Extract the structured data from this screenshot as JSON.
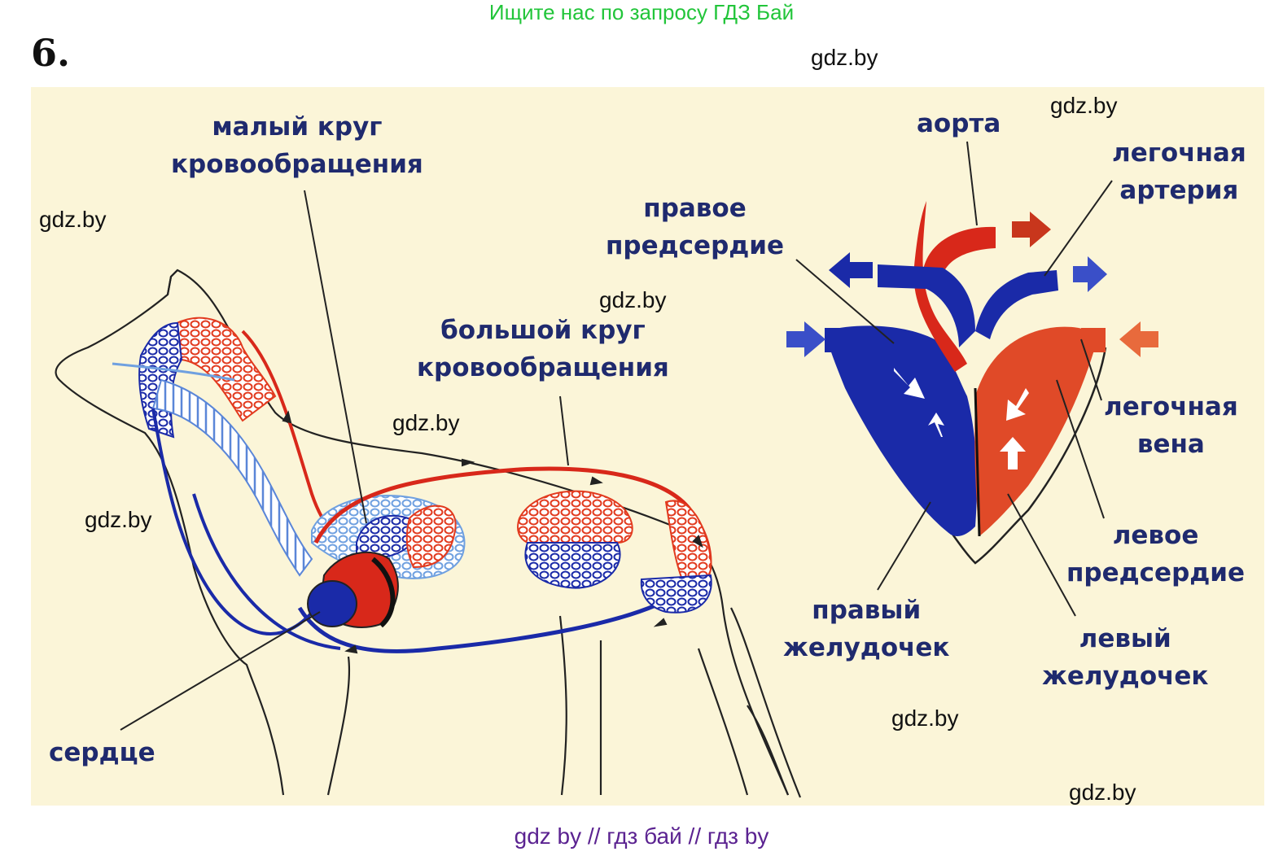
{
  "banner": "Ищите нас по запросу ГДЗ Бай",
  "task_number": "6.",
  "watermarks": [
    "gdz.by",
    "gdz.by",
    "gdz.by",
    "gdz.by",
    "gdz.by",
    "gdz.by",
    "gdz.by",
    "gdz.by"
  ],
  "labels": {
    "pulmonary_circulation": [
      "малый круг",
      "кровообращения"
    ],
    "systemic_circulation": [
      "большой круг",
      "кровообращения"
    ],
    "heart": "сердце",
    "aorta": "аорта",
    "pulmonary_artery": [
      "легочная",
      "артерия"
    ],
    "right_atrium": [
      "правое",
      "предсердие"
    ],
    "pulmonary_vein": [
      "легочная",
      "вена"
    ],
    "left_atrium": [
      "левое",
      "предсердие"
    ],
    "right_ventricle": [
      "правый",
      "желудочек"
    ],
    "left_ventricle": [
      "левый",
      "желудочек"
    ]
  },
  "footer": "gdz by  //  гдз бай  //  гдз by",
  "colors": {
    "banner": "#22c53a",
    "panel_bg": "#fbf5d8",
    "label_text": "#1f2a6e",
    "arterial_red": "#e23a1e",
    "venous_blue": "#1a2aa8",
    "light_blue": "#6fa0e0",
    "footer": "#5b2391"
  }
}
